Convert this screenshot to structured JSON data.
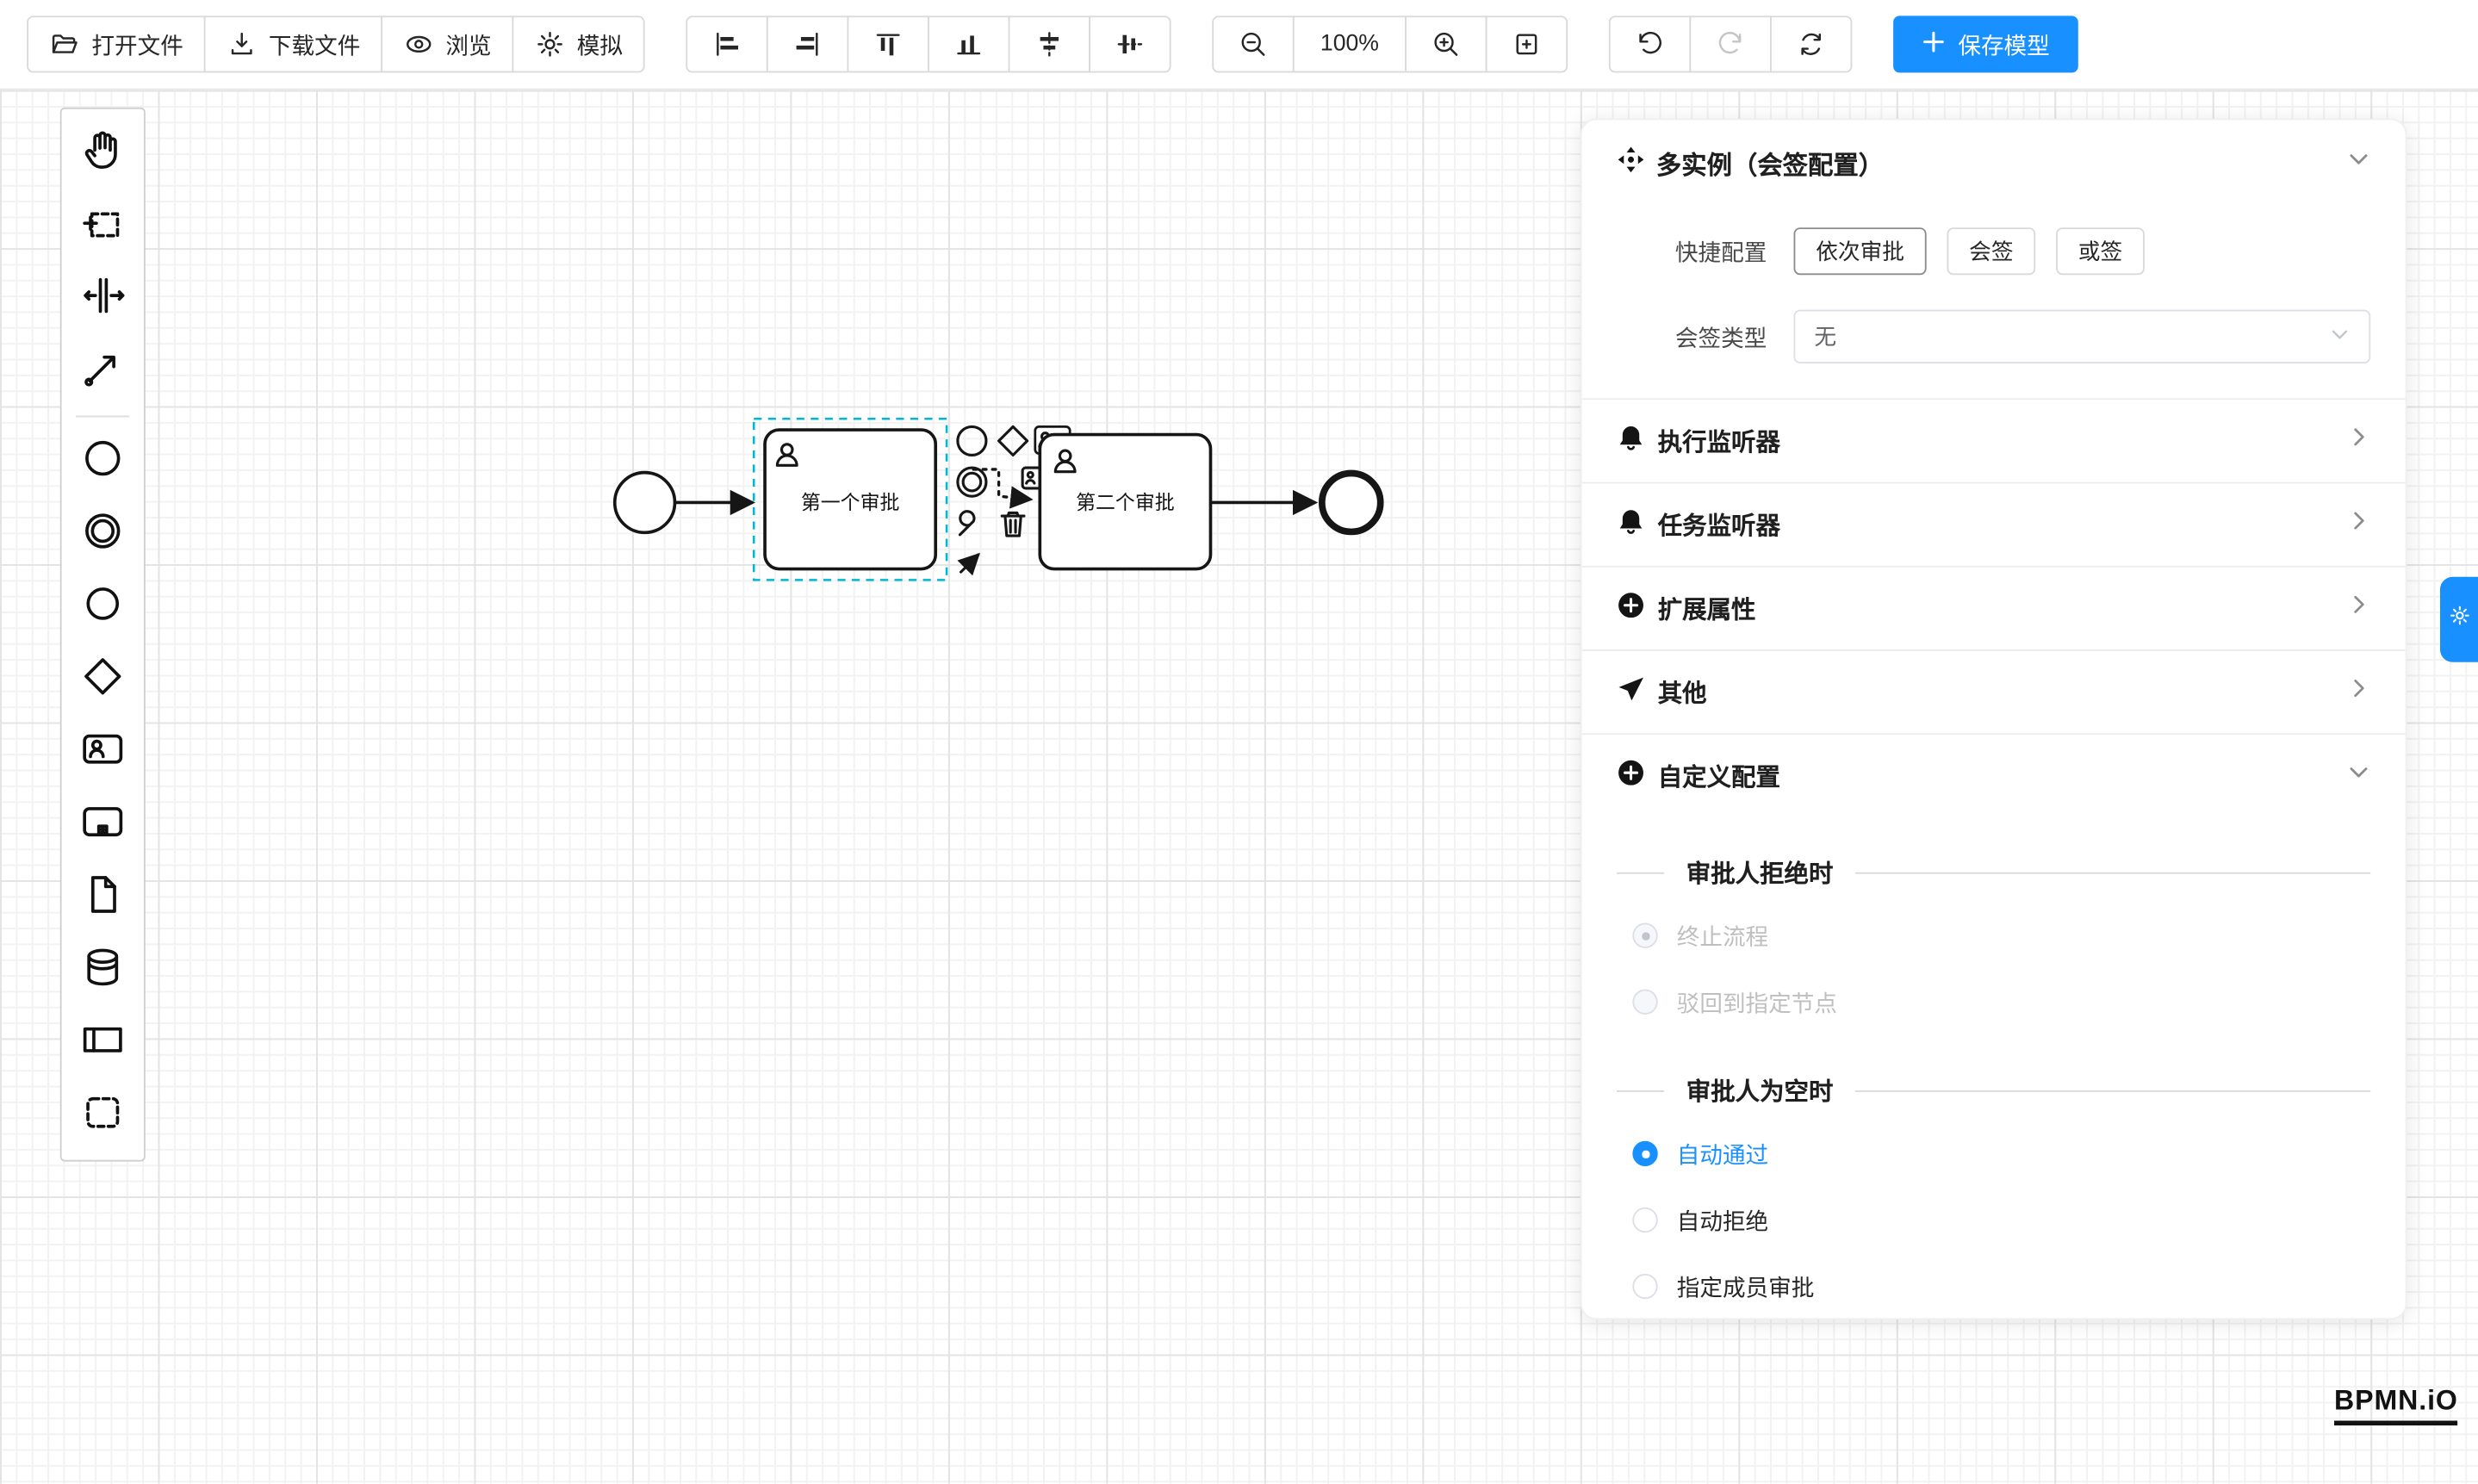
{
  "colors": {
    "accent": "#1890ff",
    "selection": "#00b7d4",
    "stroke": "#161616"
  },
  "toolbar": {
    "open_file": "打开文件",
    "download_file": "下载文件",
    "preview": "浏览",
    "simulate": "模拟",
    "zoom_level": "100%",
    "save_model": "保存模型"
  },
  "icons": [
    "folder-icon",
    "download-icon",
    "eye-icon",
    "gear-icon",
    "align-left-icon",
    "align-right-icon",
    "align-top-icon",
    "align-bottom-icon",
    "align-center-horizontal-icon",
    "align-center-vertical-icon",
    "zoom-out-icon",
    "zoom-in-icon",
    "fit-viewport-icon",
    "undo-icon",
    "redo-icon",
    "refresh-icon",
    "plus-icon",
    "hand-tool-icon",
    "lasso-tool-icon",
    "space-tool-icon",
    "global-connect-icon",
    "start-event-icon",
    "intermediate-event-icon",
    "end-event-icon",
    "gateway-icon",
    "user-task-icon",
    "subprocess-icon",
    "data-object-icon",
    "data-store-icon",
    "participant-icon",
    "group-icon",
    "wrench-icon",
    "trash-icon",
    "bell-icon",
    "plus-circle-icon",
    "send-icon",
    "multi-instance-icon",
    "chevron-down-icon",
    "chevron-right-icon",
    "settings-gear-icon"
  ],
  "diagram": {
    "task1_label": "第一个审批",
    "task2_label": "第二个审批"
  },
  "panel": {
    "title": "多实例（会签配置）",
    "quick_config_label": "快捷配置",
    "quick_options": [
      {
        "label": "依次审批",
        "active": true
      },
      {
        "label": "会签",
        "active": false
      },
      {
        "label": "或签",
        "active": false
      }
    ],
    "sign_type_label": "会签类型",
    "sign_type_value": "无",
    "collapse_sections": [
      {
        "label": "执行监听器",
        "icon": "bell-icon",
        "expanded": false
      },
      {
        "label": "任务监听器",
        "icon": "bell-icon",
        "expanded": false
      },
      {
        "label": "扩展属性",
        "icon": "plus-circle-icon",
        "expanded": false
      },
      {
        "label": "其他",
        "icon": "send-icon",
        "expanded": false
      },
      {
        "label": "自定义配置",
        "icon": "plus-circle-icon",
        "expanded": true
      }
    ],
    "reject_title": "审批人拒绝时",
    "reject_options": [
      {
        "label": "终止流程",
        "checked": true,
        "disabled": true
      },
      {
        "label": "驳回到指定节点",
        "checked": false,
        "disabled": true
      }
    ],
    "empty_title": "审批人为空时",
    "empty_options": [
      {
        "label": "自动通过",
        "checked": true,
        "disabled": false
      },
      {
        "label": "自动拒绝",
        "checked": false,
        "disabled": false
      },
      {
        "label": "指定成员审批",
        "checked": false,
        "disabled": false
      }
    ]
  },
  "logo": "BPMN.iO"
}
